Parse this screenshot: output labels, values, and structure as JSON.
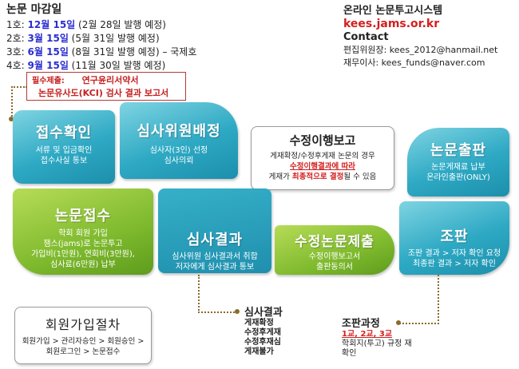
{
  "deadline": {
    "title": "논문 마감일",
    "lines": [
      {
        "no": "1호: ",
        "date": "12월 15일",
        "rest": " (2월 28일 발행 예정)",
        "extra": ""
      },
      {
        "no": "2호: ",
        "date": "3월 15일",
        "rest": " (5월 31일 발행 예정)",
        "extra": ""
      },
      {
        "no": "3호: ",
        "date": "6월 15일",
        "rest": " (8월 31일 발행 예정)",
        "extra": " – 국제호"
      },
      {
        "no": "4호: ",
        "date": "9월 15일",
        "rest": " (11월 30일 발행 예정)",
        "extra": ""
      }
    ]
  },
  "online": {
    "title": "온라인 논문투고시스템",
    "url": "kees.jams.or.kr",
    "contact_title": "Contact",
    "editor": "편집위원장: kees_2012@hanmail.net",
    "finance": "재무이사: kees_funds@naver.com"
  },
  "required": {
    "label": "필수제출:",
    "line1": "연구윤리서약서",
    "line2": "논문유사도(KCI) 검사 결과 보고서"
  },
  "steps": {
    "receipt_confirm": {
      "title": "접수확인",
      "sub1": "서류 및 입금확인",
      "sub2": "접수사실 통보"
    },
    "reviewer_assign": {
      "title": "심사위원배정",
      "sub1": "심사자(3인) 선정",
      "sub2": "심사의뢰"
    },
    "revision_report": {
      "title": "수정이행보고",
      "line1": "게재확정/수정후게재 논문의 경우",
      "line2": "수정이행결과에 따라",
      "line3_pre": "게재가 ",
      "line3_red": "최종적으로 결정",
      "line3_post": "될 수 있음"
    },
    "publish": {
      "title": "논문출판",
      "sub1": "논문게재료 납부",
      "sub2": "온라인출판(ONLY)"
    },
    "submission": {
      "title": "논문접수",
      "sub1": "학회 회원 가입",
      "sub2": "잼스(jams)로 논문투고",
      "sub3": "가입비(1만원), 연회비(3만원),",
      "sub4": "심사료(6만원) 납부"
    },
    "review_result": {
      "title": "심사결과",
      "sub1": "심사위원 심사결과서 취합",
      "sub2": "저자에게 심사결과 통보"
    },
    "revised_submit": {
      "title": "수정논문제출",
      "sub1": "수정이행보고서",
      "sub2": "출판동의서"
    },
    "typeset": {
      "title": "조판",
      "sub1": "조판 결과 > 저자 확인 요청",
      "sub2": "최종판 결과 > 저자 확인"
    },
    "membership": {
      "title": "회원가입절차",
      "sub1": "회원가입 > 관리자승인 > 회원승인 >",
      "sub2": "회원로그인 > 논문접수"
    }
  },
  "result_notes": {
    "title": "심사결과",
    "items": [
      "게재확정",
      "수정후게재",
      "수정후재심",
      "게재불가"
    ]
  },
  "typeset_notes": {
    "title": "조판과정",
    "rounds": "1교, 2교, 3교",
    "line1": "학회지(투고) 규정 재",
    "line2": "확인"
  },
  "colors": {
    "teal": "#2ea9c4",
    "green": "#7fba2e",
    "red": "#d21f1f",
    "blue": "#2b2fcf"
  }
}
